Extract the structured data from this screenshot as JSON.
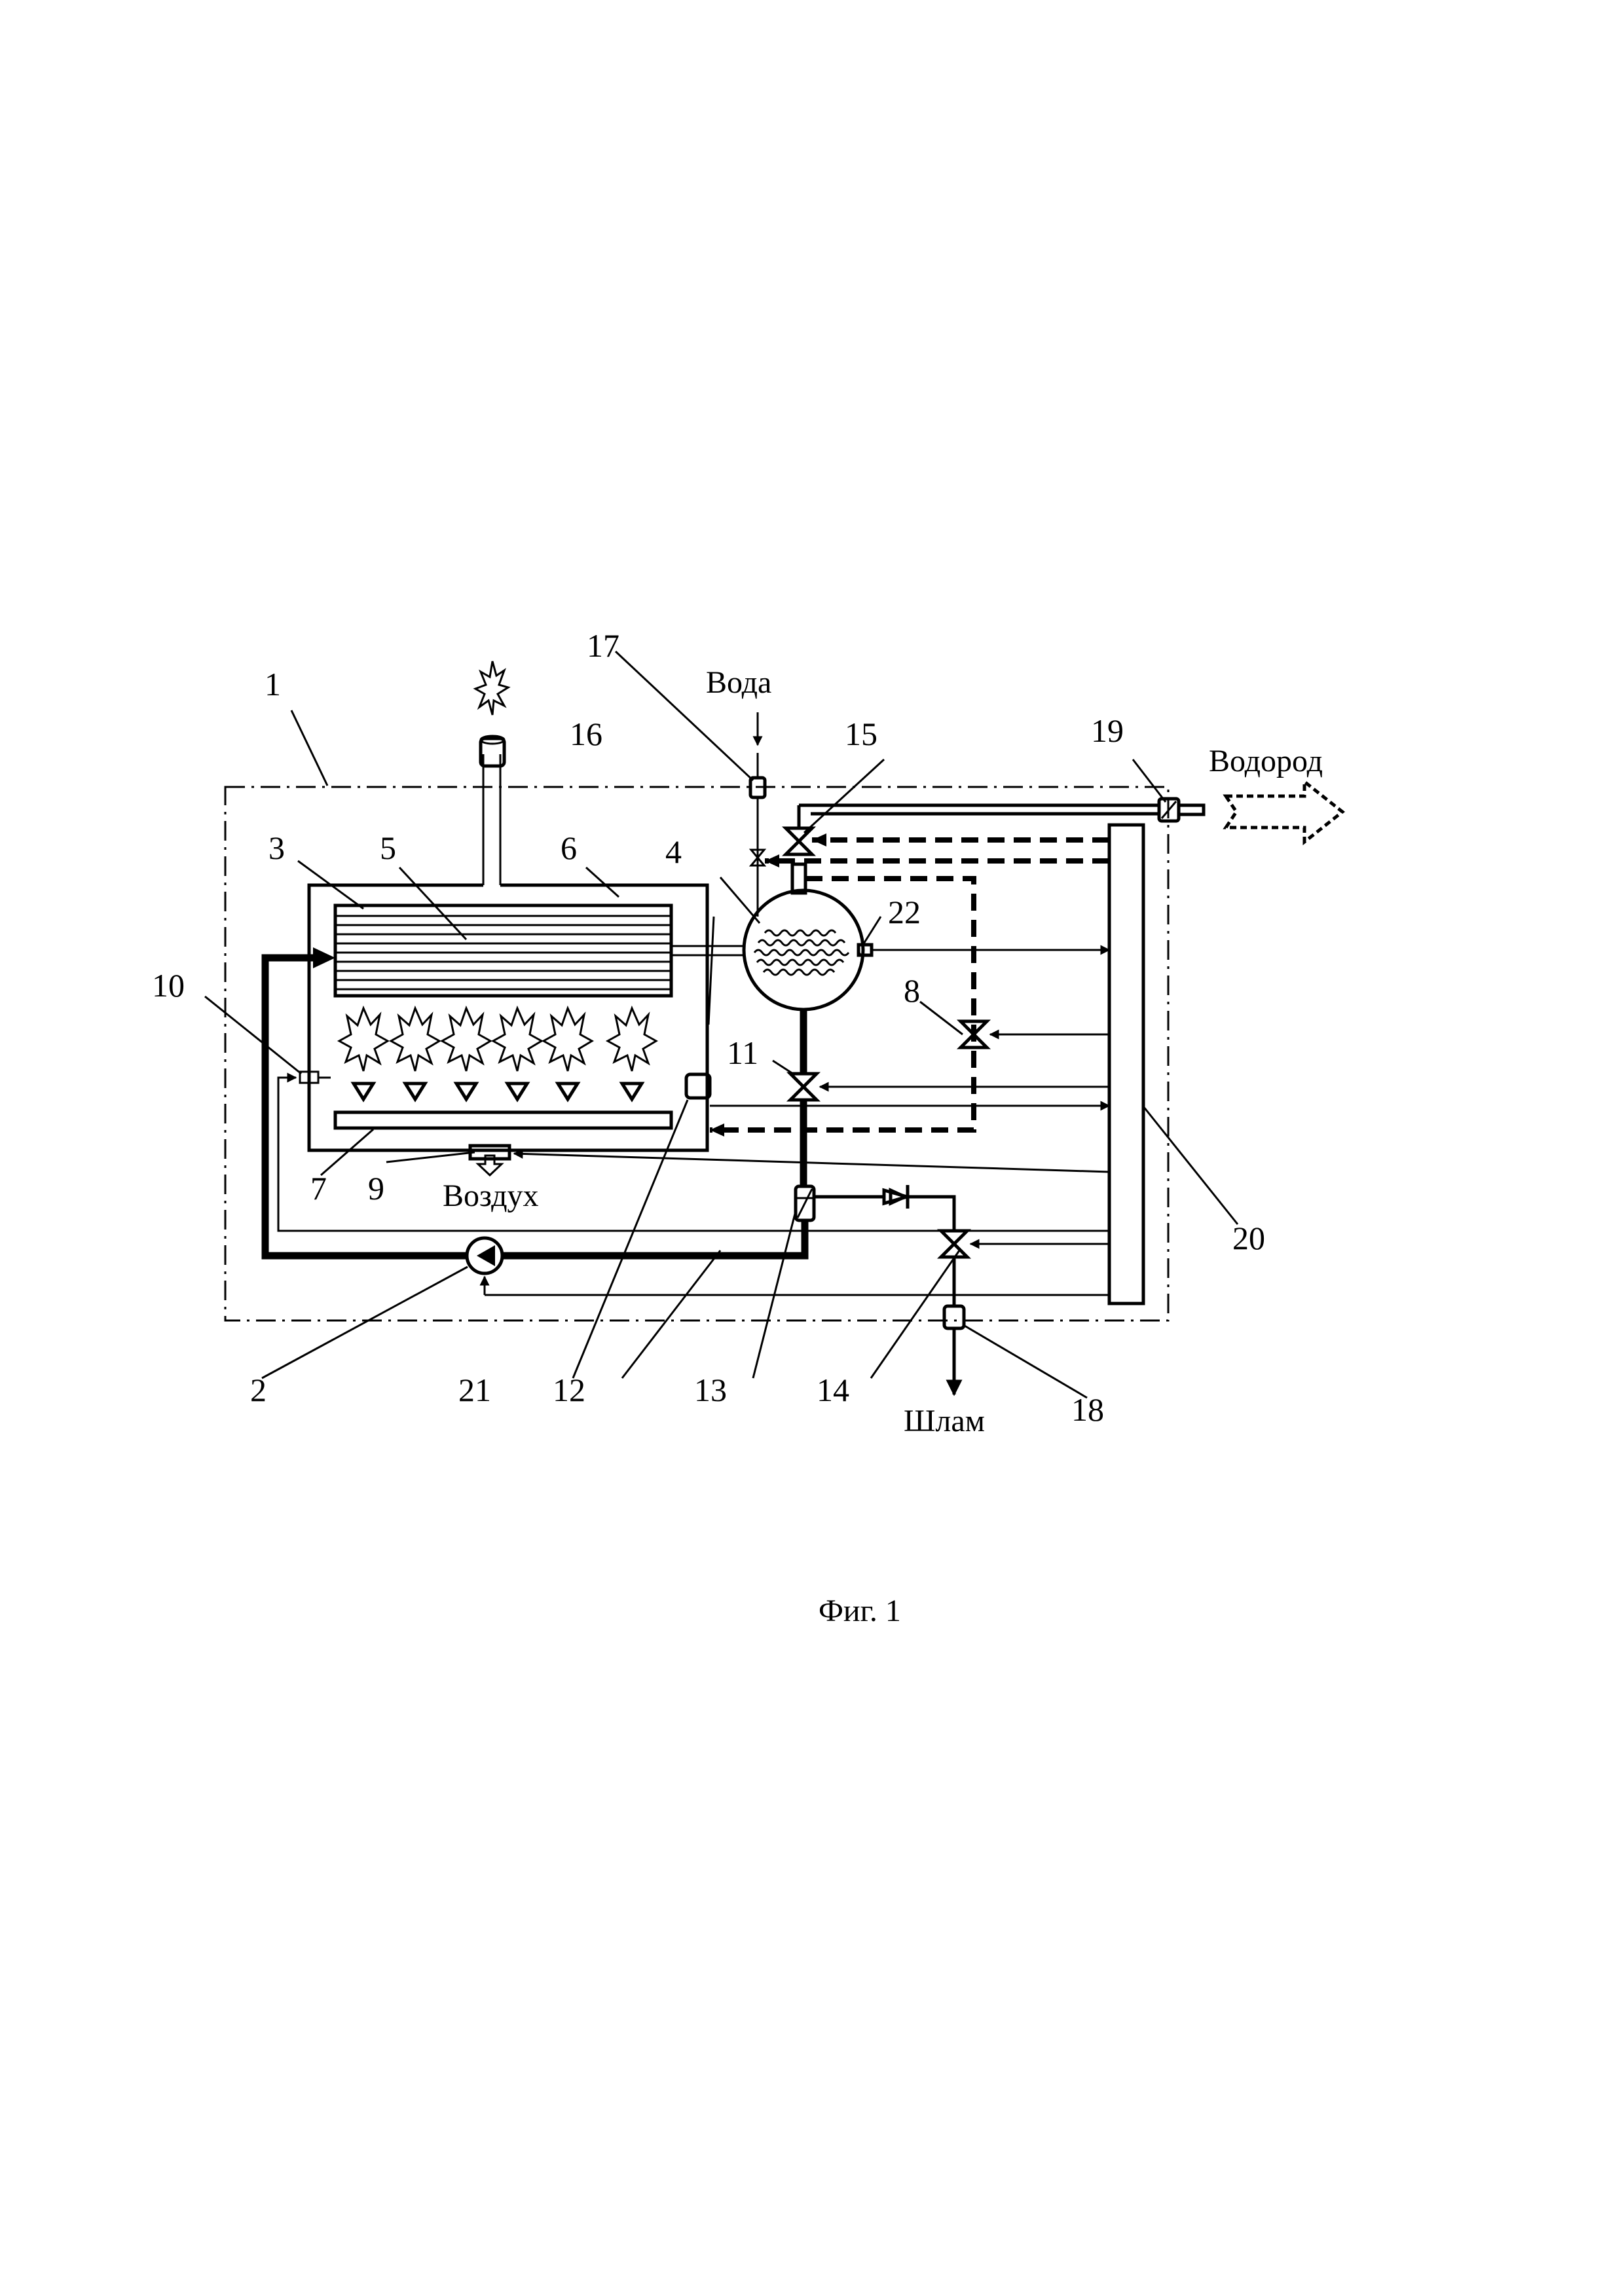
{
  "labels": {
    "n1": "1",
    "n2": "2",
    "n3": "3",
    "n4": "4",
    "n5": "5",
    "n6": "6",
    "n7": "7",
    "n8": "8",
    "n9": "9",
    "n10": "10",
    "n11": "11",
    "n12": "12",
    "n13": "13",
    "n14": "14",
    "n15": "15",
    "n16": "16",
    "n17": "17",
    "n18": "18",
    "n19": "19",
    "n20": "20",
    "n21": "21",
    "n22": "22"
  },
  "words": {
    "water": "Вода",
    "hydrogen": "Водород",
    "air": "Воздух",
    "sludge": "Шлам"
  },
  "caption": "Фиг. 1"
}
